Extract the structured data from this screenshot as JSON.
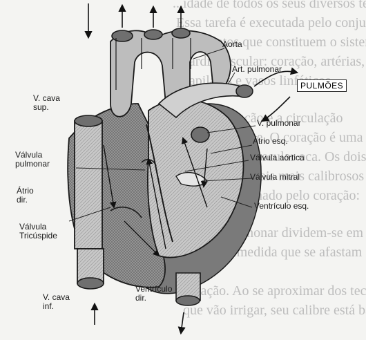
{
  "background_text": [
    "...idade de todos os seus diversos tecidos.",
    "Essa tarefa é executada pelo conjunto de",
    "elementos que constituem o sistema",
    "cardiovascular: coração, artérias, veias,",
    "capilares e vasos linfáticos.",
    "O coração e a circulação",
    "do sangue. O coração é uma",
    "massa muscular oca. Os dois",
    "troncos arteriais mais calibrosos que",
    "impulsionado pelo coração:",
    "artéria pulmonar dividem-se em",
    "ramos, à medida que se afastam do",
    "coração. Ao se aproximar dos tecidos",
    "que vão irrigar, seu calibre está bastante"
  ],
  "labels": {
    "aorta": "Aorta",
    "art_pulmonar": "Art. pulmonar",
    "pulmoes": "PULMÕES",
    "v_cava_sup": "V. cava sup.",
    "v_pulmonar": "V. pulmonar",
    "atrio_esq": "Átrio esq.",
    "valvula_aortica": "Válvula aórtica",
    "valvula_pulmonar": "Válvula pulmonar",
    "valvula_mitral": "Válvula mitral",
    "atrio_dir": "Átrio dir.",
    "ventriculo_esq": "Ventrículo esq.",
    "valvula_tricuspide": "Válvula Tricúspide",
    "v_cava_inf": "V. cava inf.",
    "ventriculo_dir": "Ventrículo dir."
  },
  "colors": {
    "arterial_side": "#bcbcbc",
    "venous_side": "#8e8e8e",
    "outline": "#1a1a1a",
    "paper": "#f4f4f2"
  }
}
